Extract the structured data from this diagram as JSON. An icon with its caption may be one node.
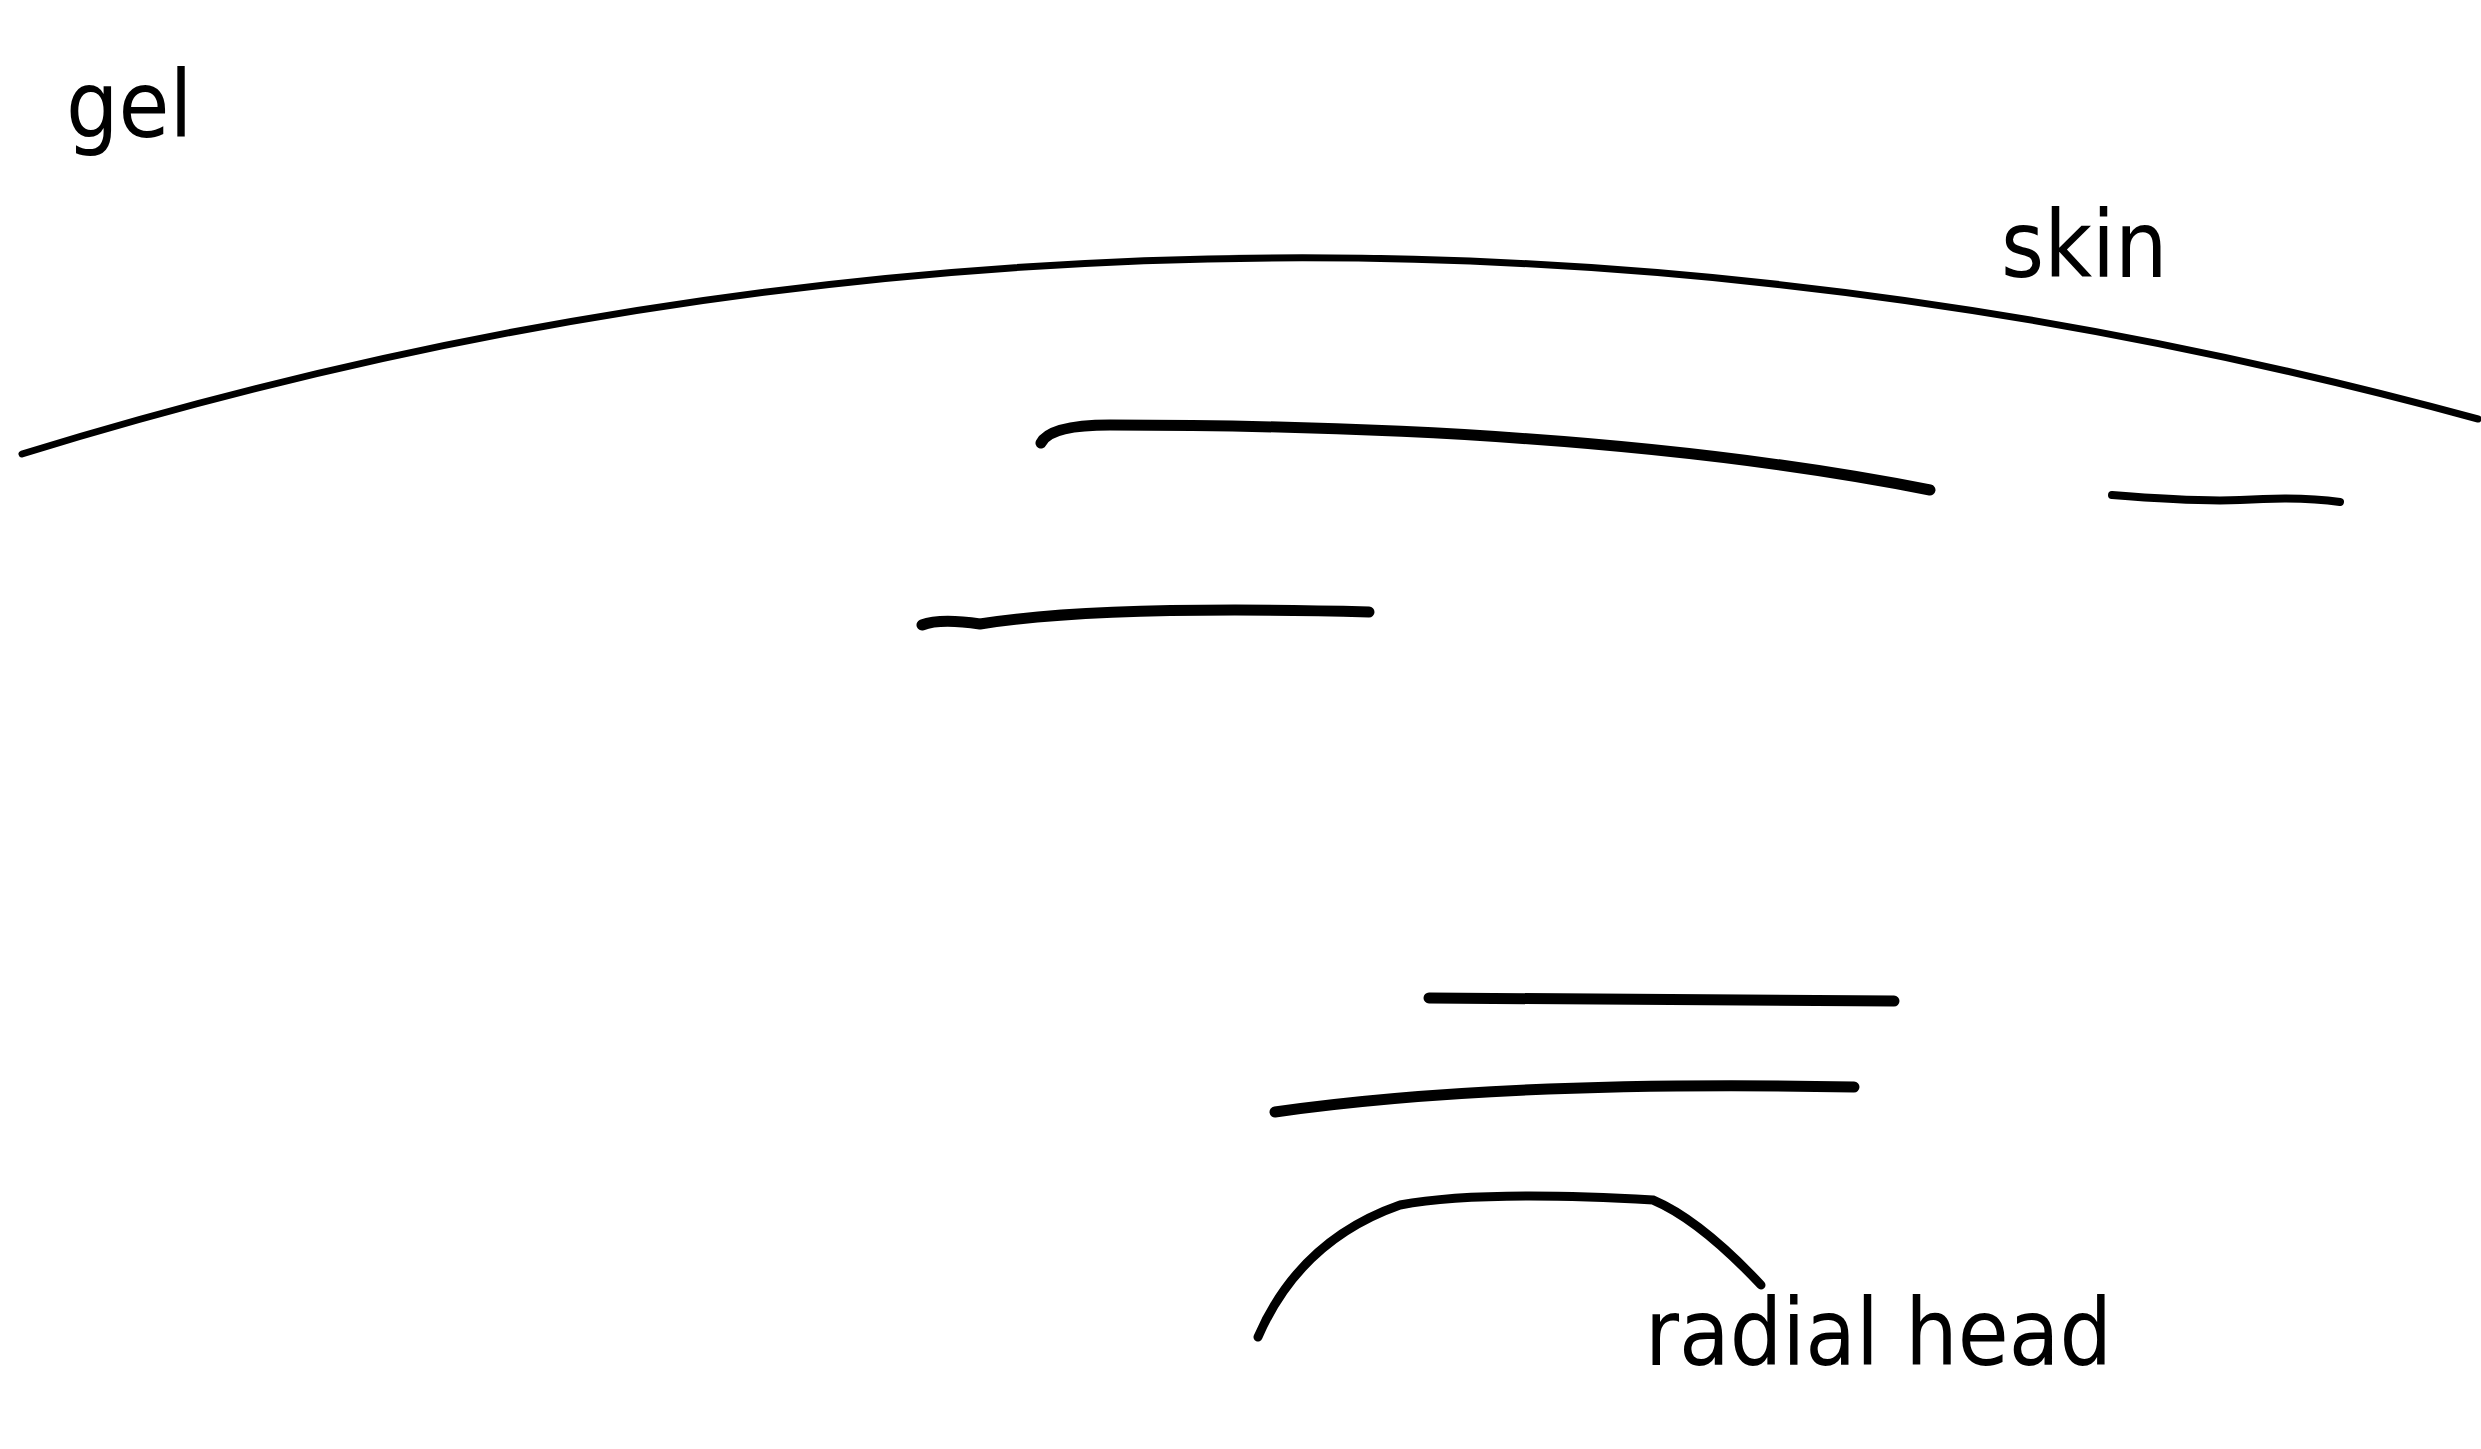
{
  "diagram": {
    "labels": [
      "gel",
      "skin",
      "radial head"
    ]
  }
}
